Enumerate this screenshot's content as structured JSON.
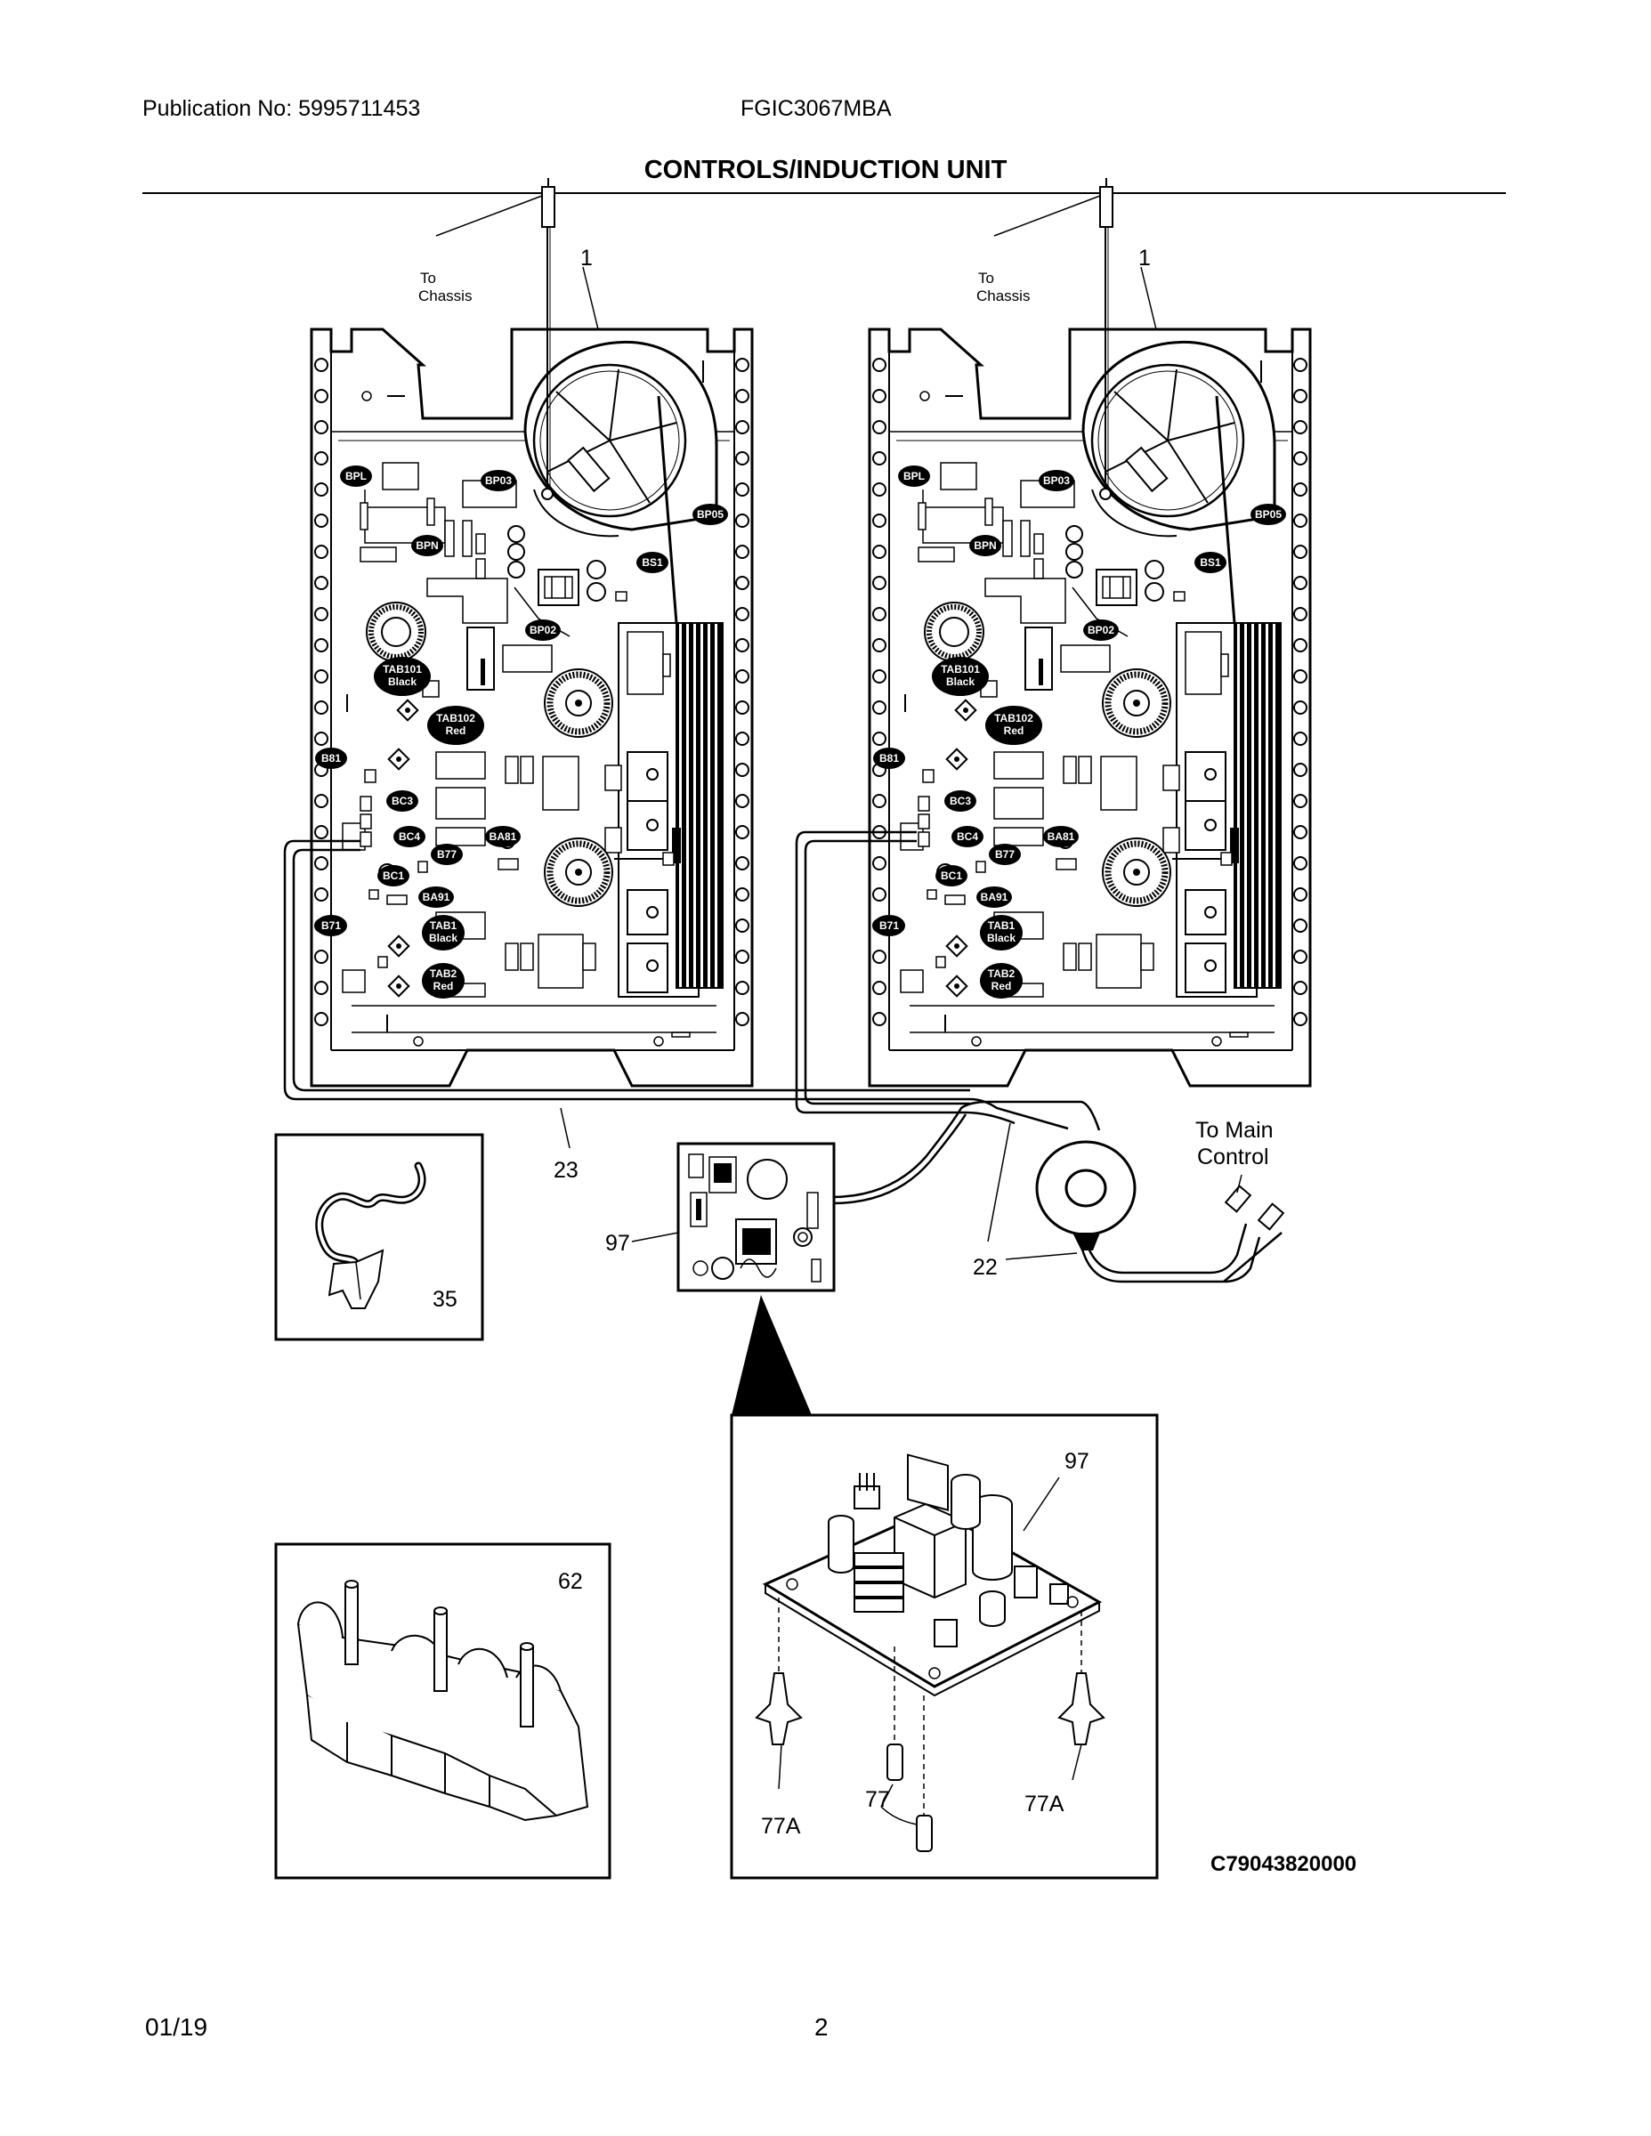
{
  "header": {
    "publication": "Publication No: 5995711453",
    "model": "FGIC3067MBA",
    "title": "CONTROLS/INDUCTION UNIT"
  },
  "units": [
    {
      "callout": "1",
      "chassis_label": [
        "To",
        "Chassis"
      ],
      "connectors": {
        "bpl": "BPL",
        "bp03": "BP03",
        "bpn": "BPN",
        "bp05": "BP05",
        "bs1": "BS1",
        "bp02": "BP02",
        "tab101": [
          "TAB101",
          "Black"
        ],
        "tab102": [
          "TAB102",
          "Red"
        ],
        "b81": "B81",
        "bc3": "BC3",
        "bc4": "BC4",
        "b77": "B77",
        "ba81": "BA81",
        "bc1": "BC1",
        "ba91": "BA91",
        "b71": "B71",
        "tab1": [
          "TAB1",
          "Black"
        ],
        "tab2": [
          "TAB2",
          "Red"
        ]
      }
    },
    {
      "callout": "1",
      "chassis_label": [
        "To",
        "Chassis"
      ],
      "connectors": {
        "bpl": "BPL",
        "bp03": "BP03",
        "bpn": "BPN",
        "bp05": "BP05",
        "bs1": "BS1",
        "bp02": "BP02",
        "tab101": [
          "TAB101",
          "Black"
        ],
        "tab102": [
          "TAB102",
          "Red"
        ],
        "b81": "B81",
        "bc3": "BC3",
        "bc4": "BC4",
        "b77": "B77",
        "ba81": "BA81",
        "bc1": "BC1",
        "ba91": "BA91",
        "b71": "B71",
        "tab1": [
          "TAB1",
          "Black"
        ],
        "tab2": [
          "TAB2",
          "Red"
        ]
      }
    }
  ],
  "callouts": {
    "harness_23": "23",
    "harness_22": "22",
    "clip_35": "35",
    "board_97": "97",
    "detail_97": "97",
    "holder_62": "62",
    "spacer_77": "77",
    "standoff_77a_left": "77A",
    "standoff_77a_right": "77A",
    "main_control": [
      "To Main",
      "Control"
    ]
  },
  "figure_id": "C79043820000",
  "footer": {
    "date": "01/19",
    "page": "2"
  }
}
